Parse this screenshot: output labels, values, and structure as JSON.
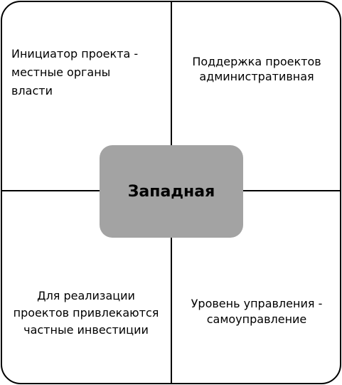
{
  "center": {
    "label": "Западная"
  },
  "quadrants": {
    "top_left": {
      "lines": [
        "Инициатор проекта -",
        "местные органы",
        "власти"
      ]
    },
    "top_right": {
      "lines": [
        "Поддержка проектов",
        "административная"
      ]
    },
    "bottom_left": {
      "lines": [
        "Для реализации",
        "проектов привлекаются",
        "частные инвестиции"
      ]
    },
    "bottom_right": {
      "lines": [
        "Уровень управления -",
        "самоуправление"
      ]
    }
  },
  "colors": {
    "center_fill": "#a3a3a3",
    "border": "#000000",
    "background": "#ffffff"
  }
}
